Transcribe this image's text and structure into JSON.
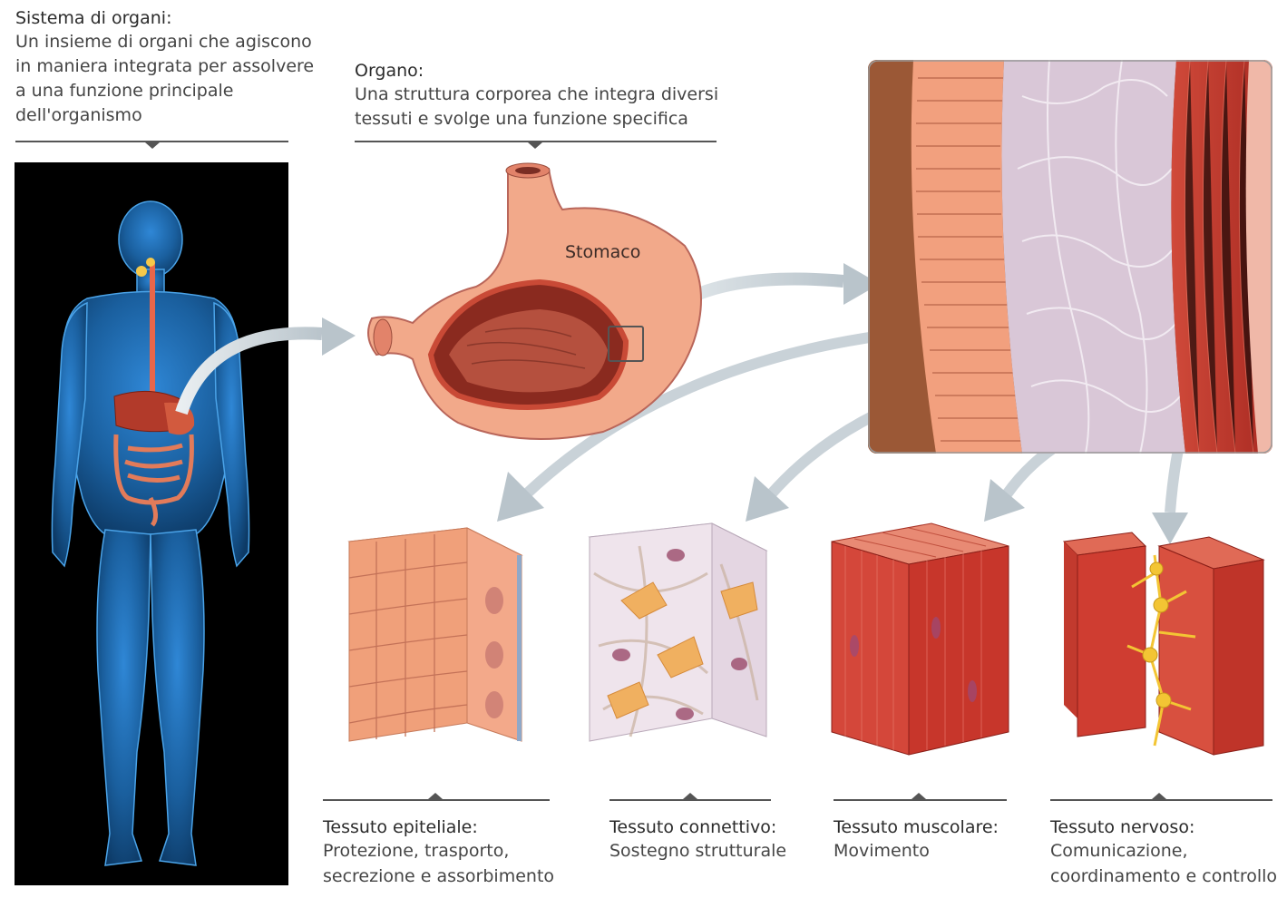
{
  "system": {
    "title": "Sistema di organi:",
    "desc": [
      "Un insieme di organi che agiscono",
      "in maniera integrata per assolvere",
      "a una funzione principale",
      "dell'organismo"
    ]
  },
  "organ": {
    "title": "Organo:",
    "desc": [
      "Una struttura corporea che integra diversi",
      "tessuti e svolge una funzione specifica"
    ],
    "label": "Stomaco"
  },
  "tissues": [
    {
      "title": "Tessuto epiteliale:",
      "desc": [
        "Protezione, trasporto,",
        "secrezione e assorbimento"
      ]
    },
    {
      "title": "Tessuto connettivo:",
      "desc": [
        "Sostegno strutturale"
      ]
    },
    {
      "title": "Tessuto muscolare:",
      "desc": [
        "Movimento"
      ]
    },
    {
      "title": "Tessuto nervoso:",
      "desc": [
        "Comunicazione,",
        "coordinamento e controllo"
      ]
    }
  ],
  "colors": {
    "body_glow": "#1e6fb8",
    "organ_red": "#c0392b",
    "stomach": "#f2a98a",
    "epithelium": "#f0a07a",
    "connective": "#e9dcef",
    "muscle": "#c8392e",
    "nerve": "#f3c534",
    "arrow": "#c9d2d8"
  }
}
